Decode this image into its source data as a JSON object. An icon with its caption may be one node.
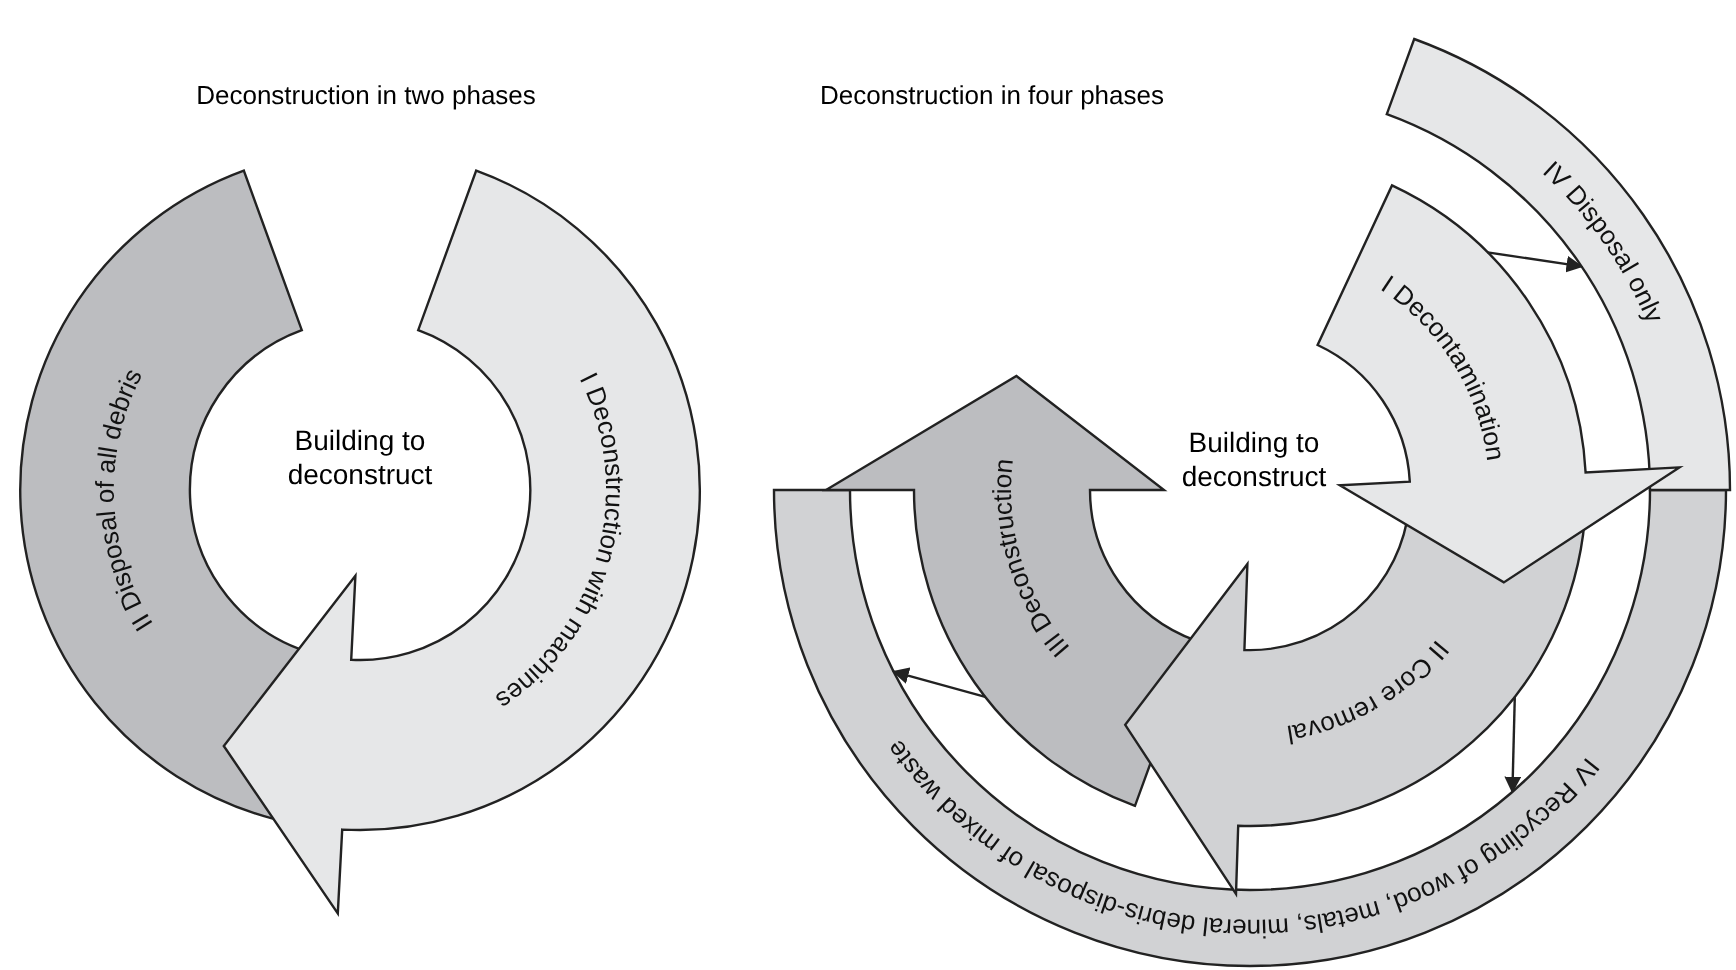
{
  "diagram": {
    "nodes": [
      {
        "text": [
          "II Disposal of all debris"
        ]
      },
      {
        "text": [
          "I Deconstruction with machines"
        ]
      },
      {
        "text": [
          "IV Disposal only"
        ]
      },
      {
        "text": [
          "I Decontamination"
        ]
      },
      {
        "text": [
          "III Deconstruction"
        ]
      },
      {
        "text": [
          "II Core removal"
        ]
      },
      {
        "text": [
          "IV Recycling of wood, metals, mineral debris-disposal of mixed waste"
        ]
      }
    ],
    "edges": [
      {
        "from": 3,
        "to": 2,
        "arrow": "to"
      },
      {
        "from": 5,
        "to": 6,
        "arrow": "to"
      },
      {
        "from": 4,
        "to": 6,
        "arrow": "to"
      }
    ],
    "labels": [
      "Deconstruction in two phases",
      "Building to deconstruct",
      "Deconstruction in four phases",
      "Building to deconstruct"
    ]
  }
}
